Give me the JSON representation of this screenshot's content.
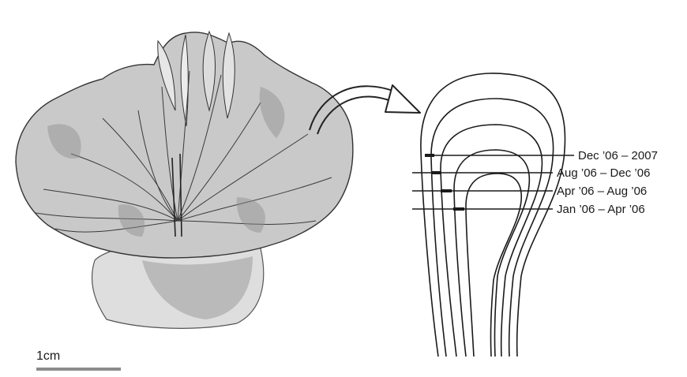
{
  "scale_bar": {
    "label": "1cm"
  },
  "growth_bands": [
    {
      "label": "Dec ’06 – 2007"
    },
    {
      "label": "Aug ’06 – Dec ’06"
    },
    {
      "label": "Apr ’06 – Aug ’06"
    },
    {
      "label": "Jan ’06 – Apr ’06"
    }
  ],
  "colors": {
    "ink": "#1a1a1a",
    "scale_bar": "#8c8c8c",
    "coral_fill": "#c9c9c9",
    "coral_dark": "#6e6e6e"
  }
}
